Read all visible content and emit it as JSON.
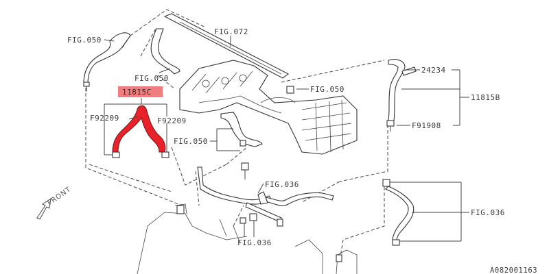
{
  "labels": {
    "fig050_top_left": "FIG.050",
    "fig072": "FIG.072",
    "fig050_mid": "FIG.050",
    "fig050_right": "FIG.050",
    "fig050_lower": "FIG.050",
    "part_11815c": "11815C",
    "f92209_left": "F92209",
    "f92209_right": "F92209",
    "part_24234": "24234",
    "part_11815b": "11815B",
    "f91908": "F91908",
    "fig036_center": "FIG.036",
    "fig036_right": "FIG.036",
    "fig036_bottom": "FIG.036",
    "front": "FRONT",
    "diagram_code": "A082001163"
  },
  "colors": {
    "highlight_hose": "#e8222b",
    "highlight_label_bg": "#f07d80",
    "line": "#444444"
  }
}
